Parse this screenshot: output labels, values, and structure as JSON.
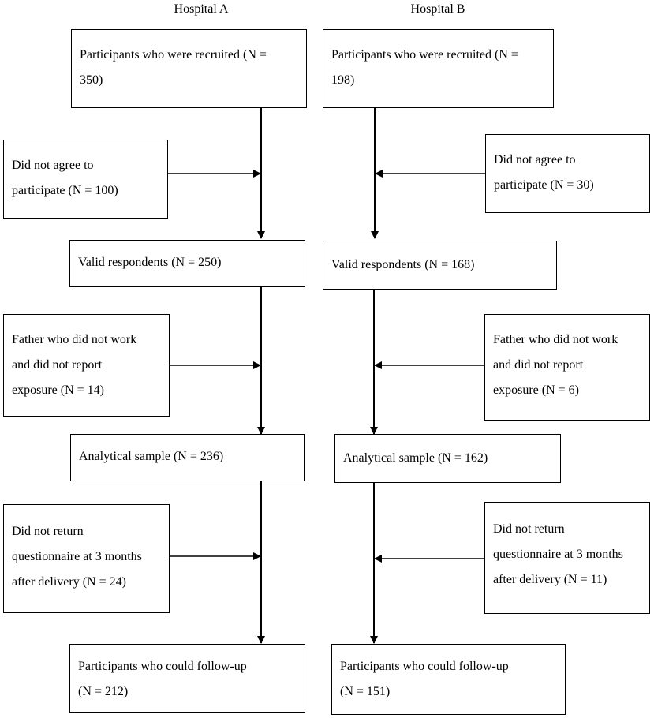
{
  "headers": {
    "hospital_a": "Hospital A",
    "hospital_b": "Hospital B"
  },
  "hospital_a": {
    "recruited": "Participants who were recruited (N =\n350)",
    "not_agree": "Did not agree to\nparticipate (N = 100)",
    "valid": "Valid respondents (N = 250)",
    "father_excluded": "Father who did not work\nand did not report\nexposure (N = 14)",
    "analytical": "Analytical sample (N = 236)",
    "not_returned": "Did not return\nquestionnaire at 3 months\nafter delivery (N = 24)",
    "followup": "Participants who could follow-up\n(N = 212)"
  },
  "hospital_b": {
    "recruited": "Participants who were recruited (N =\n198)",
    "not_agree": "Did not agree to\nparticipate (N = 30)",
    "valid": "Valid respondents (N = 168)",
    "father_excluded": "Father who did not work\nand did not report\nexposure (N = 6)",
    "analytical": "Analytical sample (N = 162)",
    "not_returned": "Did not return\nquestionnaire at 3 months\nafter delivery (N = 11)",
    "followup": "Participants who could follow-up\n(N = 151)"
  }
}
